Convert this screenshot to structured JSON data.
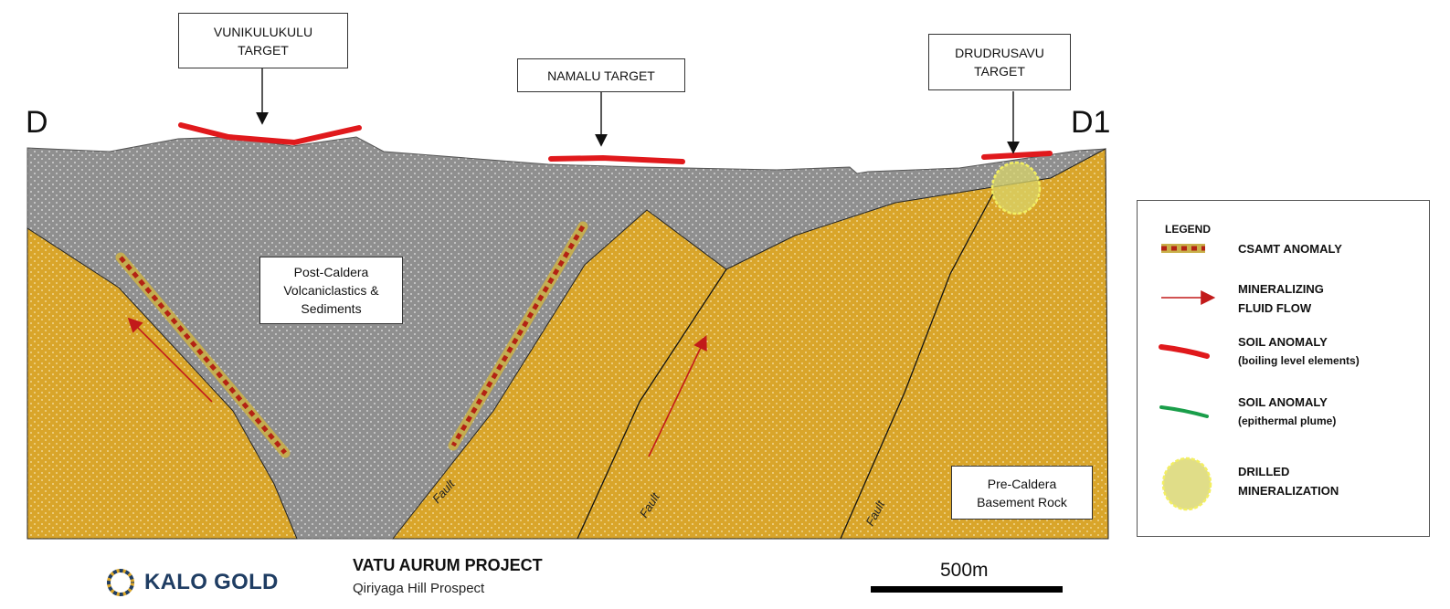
{
  "section": {
    "end_label_left": "D",
    "end_label_right": "D1",
    "unit_post_caldera": "Post-Caldera\nVolcaniclastics &\nSediments",
    "unit_pre_caldera": "Pre-Caldera\nBasement Rock",
    "fault_label": "Fault",
    "colors": {
      "post_caldera": "#8f8f8f",
      "basement": "#d9a52a",
      "soil_anomaly": "#e0191c",
      "csamt": "#b32214",
      "fluid_flow": "#c21a1a",
      "mineralization": "#d8d46a"
    }
  },
  "targets": [
    {
      "id": "vunikulukulu",
      "label": "VUNIKULUKULU\nTARGET"
    },
    {
      "id": "namalu",
      "label": "NAMALU TARGET"
    },
    {
      "id": "drudrusavu",
      "label": "DRUDRUSAVU\nTARGET"
    }
  ],
  "legend": {
    "title": "LEGEND",
    "items": [
      {
        "id": "csamt",
        "label": "CSAMT ANOMALY",
        "sub": ""
      },
      {
        "id": "fluid",
        "label": "MINERALIZING",
        "sub": "FLUID FLOW"
      },
      {
        "id": "soil-boiling",
        "label": "SOIL ANOMALY",
        "sub": "(boiling level elements)"
      },
      {
        "id": "soil-epithermal",
        "label": "SOIL ANOMALY",
        "sub": "(epithermal plume)"
      },
      {
        "id": "drilled",
        "label": "DRILLED",
        "sub": "MINERALIZATION"
      }
    ],
    "swatch_colors": {
      "soil_epithermal": "#1a9e4a"
    }
  },
  "footer": {
    "company": "KALO GOLD",
    "project_title": "VATU AURUM PROJECT",
    "project_subtitle": "Qiriyaga Hill Prospect",
    "scale_label": "500m",
    "brand_color": "#1f3d63"
  }
}
